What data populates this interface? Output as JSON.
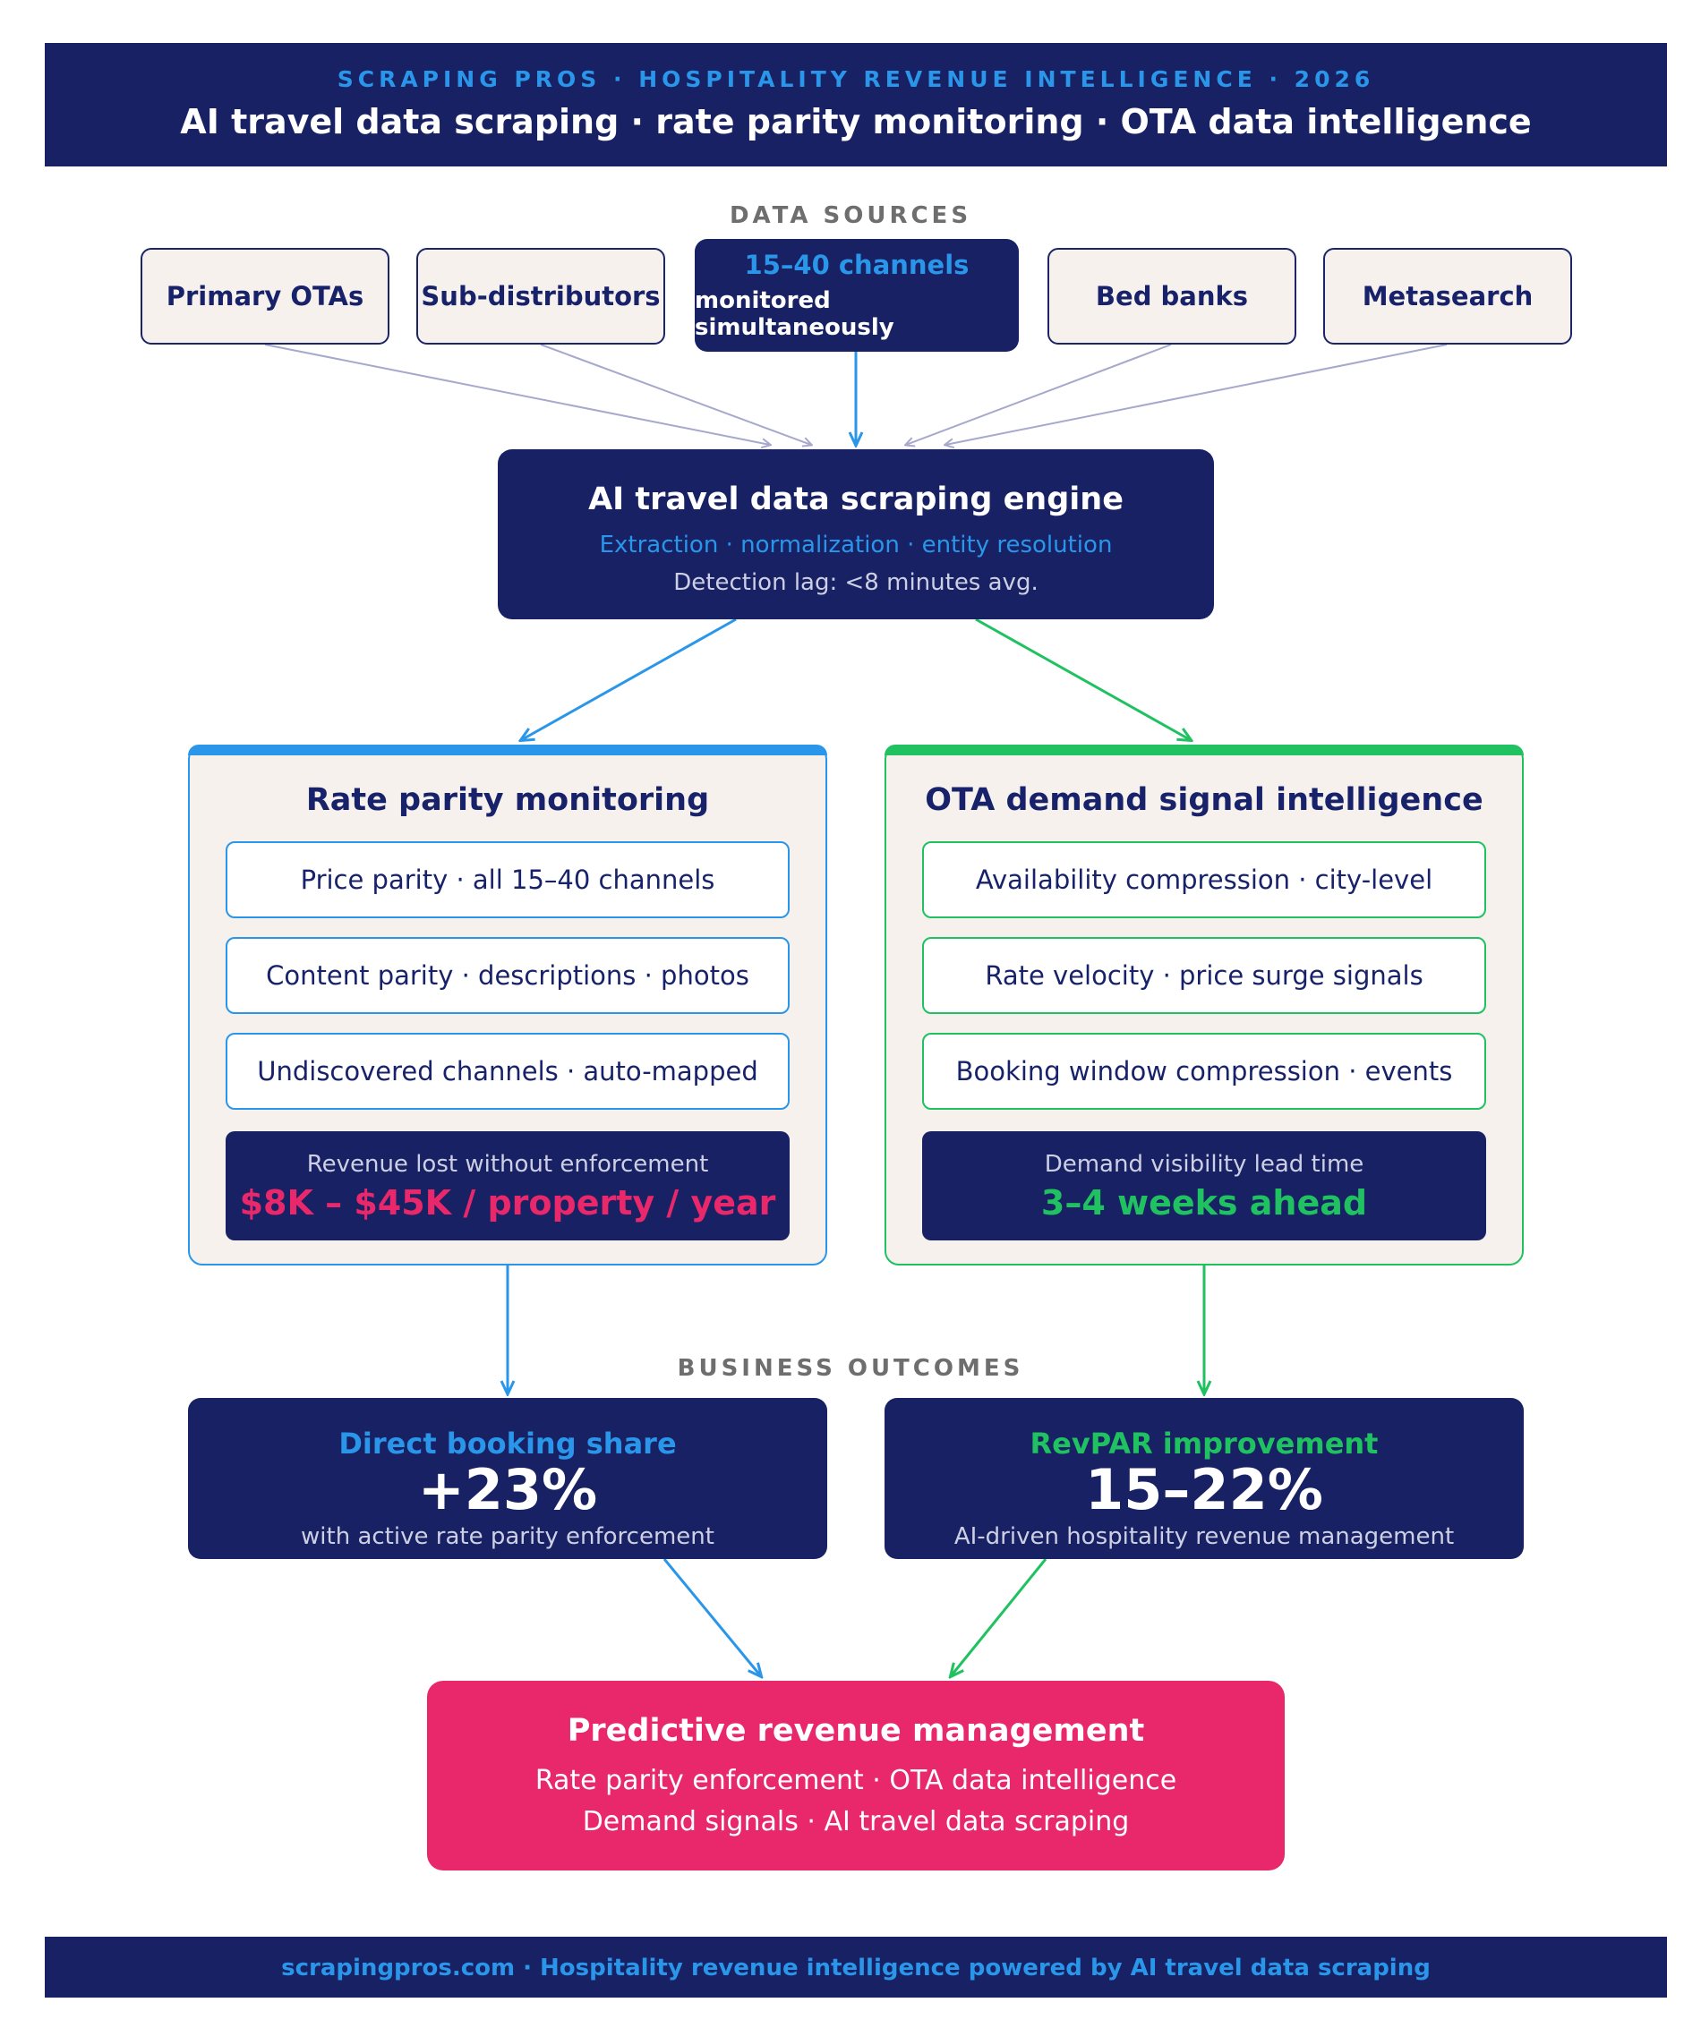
{
  "header": {
    "kicker": "SCRAPING PROS · HOSPITALITY REVENUE INTELLIGENCE · 2026",
    "title": "AI travel data scraping · rate parity monitoring · OTA data intelligence"
  },
  "sections": {
    "data_sources": "DATA SOURCES",
    "business_outcomes": "BUSINESS OUTCOMES"
  },
  "sources": [
    {
      "label": "Primary OTAs"
    },
    {
      "label": "Sub-distributors"
    },
    {
      "label": "15–40 channels",
      "sublabel": "monitored simultaneously"
    },
    {
      "label": "Bed banks"
    },
    {
      "label": "Metasearch"
    }
  ],
  "engine": {
    "title": "AI travel data scraping engine",
    "subtitle": "Extraction · normalization · entity resolution",
    "lag": "Detection lag: <8 minutes avg."
  },
  "panels": {
    "parity": {
      "title": "Rate parity monitoring",
      "items": [
        "Price parity · all 15–40 channels",
        "Content parity · descriptions · photos",
        "Undiscovered channels · auto-mapped"
      ],
      "stat_label": "Revenue lost without enforcement",
      "stat_value": "$8K – $45K / property / year"
    },
    "demand": {
      "title": "OTA demand signal intelligence",
      "items": [
        "Availability compression · city-level",
        "Rate velocity · price surge signals",
        "Booking window compression · events"
      ],
      "stat_label": "Demand visibility lead time",
      "stat_value": "3–4 weeks ahead"
    }
  },
  "outcomes": {
    "direct": {
      "title": "Direct booking share",
      "value": "+23%",
      "sub": "with active rate parity enforcement"
    },
    "revpar": {
      "title": "RevPAR improvement",
      "value": "15–22%",
      "sub": "AI-driven hospitality revenue management"
    }
  },
  "predictive": {
    "title": "Predictive revenue management",
    "line1": "Rate parity enforcement · OTA data intelligence",
    "line2": "Demand signals · AI travel data scraping"
  },
  "footer": {
    "text": "scrapingpros.com · Hospitality revenue intelligence powered by AI travel data scraping"
  },
  "colors": {
    "navy": "#182163",
    "blue": "#2a96ea",
    "green": "#1fc160",
    "pink": "#e8286a",
    "cream": "#f6f1ec",
    "gray_arrow": "#a6a9cc"
  }
}
